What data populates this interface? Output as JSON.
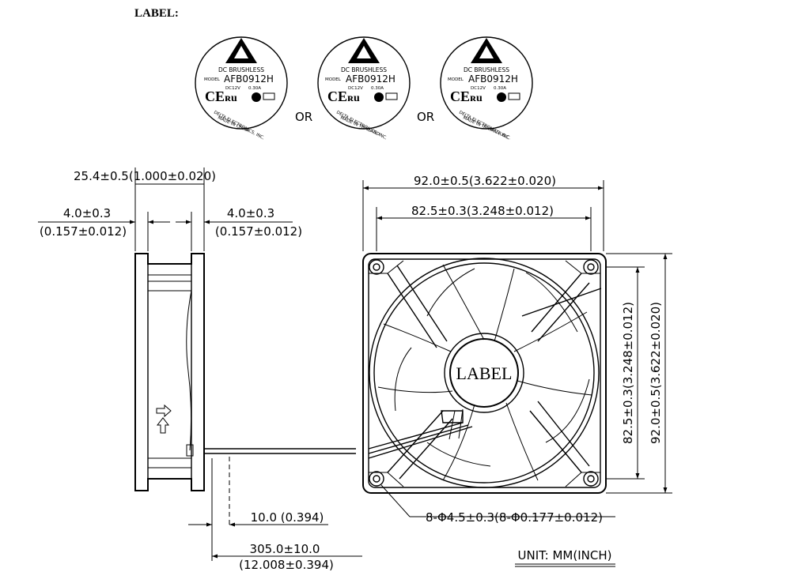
{
  "header": {
    "label_title": "LABEL:"
  },
  "labels": [
    {
      "brand_line": "DC BRUSHLESS",
      "model_prefix": "MODEL",
      "model": "AFB0912H",
      "voltage": "DC12V",
      "current": "0.30A",
      "maker": "DELTA ELECTRONICS, INC.",
      "origin": "MADE IN CHINA"
    },
    {
      "brand_line": "DC BRUSHLESS",
      "model_prefix": "MODEL",
      "model": "AFB0912H",
      "voltage": "DC12V",
      "current": "0.30A",
      "maker": "DELTA ELECTRONICS, INC.",
      "origin": "MADE IN THAILAND"
    },
    {
      "brand_line": "DC BRUSHLESS",
      "model_prefix": "MODEL",
      "model": "AFB0912H",
      "voltage": "DC12V",
      "current": "0.30A",
      "maker": "DELTA ELECTRONICS, INC.",
      "origin": "MADE IN TAIWAN R.O.C."
    }
  ],
  "or_text": "OR",
  "dimensions": {
    "thickness": "25.4±0.5(1.000±0.020)",
    "flange_left_mm": "4.0±0.3",
    "flange_left_in": "(0.157±0.012)",
    "flange_right_mm": "4.0±0.3",
    "flange_right_in": "(0.157±0.012)",
    "strip": "10.0 (0.394)",
    "lead_mm": "305.0±10.0",
    "lead_in": "(12.008±0.394)",
    "width_overall": "92.0±0.5(3.622±0.020)",
    "hole_pitch_h": "82.5±0.3(3.248±0.012)",
    "hole_pitch_v": "82.5±0.3(3.248±0.012)",
    "height_overall": "92.0±0.5(3.622±0.020)",
    "holes": "8-Φ4.5±0.3(8-Φ0.177±0.012)"
  },
  "hub_label": "LABEL",
  "unit_note": "UNIT: MM(INCH)",
  "icons": [
    "delta-logo-icon",
    "ce-mark-icon",
    "ul-mark-icon",
    "tuv-mark-icon",
    "airflow-arrow-icon",
    "rotation-arrow-icon"
  ]
}
